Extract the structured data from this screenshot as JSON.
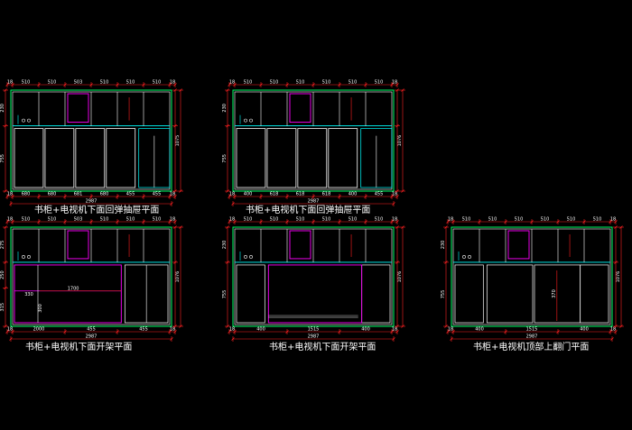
{
  "colors": {
    "background": "#000000",
    "outline": "#00ff66",
    "cabinet": "#ffffff",
    "accent": "#ff00ff",
    "shelf": "#00ffff",
    "dimension": "#ff2020",
    "text": "#ffffff"
  },
  "drawings": [
    {
      "caption": "书柜+电视机下面回弹抽屉平面",
      "variant": "drawer",
      "top_dims": [
        "18",
        "510",
        "510",
        "503",
        "510",
        "510",
        "510",
        "18"
      ],
      "bottom_dims": [
        "18",
        "680",
        "680",
        "681",
        "680",
        "455",
        "455",
        "18"
      ],
      "total": "2987",
      "right_total": "1075",
      "left_dims": [
        "230",
        "755"
      ]
    },
    {
      "caption": "书柜+电视机下面回弹抽屉平面",
      "variant": "drawer",
      "top_dims": [
        "18",
        "510",
        "510",
        "510",
        "510",
        "510",
        "510",
        "18"
      ],
      "bottom_dims": [
        "18",
        "400",
        "618",
        "618",
        "618",
        "400",
        "455",
        "18"
      ],
      "total": "2987",
      "right_total": "1076",
      "left_dims": [
        "230",
        "755"
      ]
    },
    {
      "caption": "书柜+电视机下面开架平面",
      "variant": "open_left",
      "top_dims": [
        "18",
        "510",
        "510",
        "503",
        "510",
        "510",
        "510",
        "18"
      ],
      "bottom_dims": [
        "18",
        "2000",
        "455",
        "455",
        "18"
      ],
      "total": "2987",
      "right_total": "1076",
      "left_dims": [
        "275",
        "250",
        "315"
      ],
      "inner_dims": [
        "330",
        "1700",
        "300"
      ]
    },
    {
      "caption": "书柜+电视机下面开架平面",
      "variant": "open_center",
      "top_dims": [
        "18",
        "510",
        "510",
        "510",
        "510",
        "510",
        "510",
        "18"
      ],
      "bottom_dims": [
        "18",
        "400",
        "1515",
        "400",
        "18"
      ],
      "total": "2987",
      "right_total": "1076",
      "left_dims": [
        "230",
        "755"
      ]
    },
    {
      "caption": "书柜+电视机顶部上翻门平面",
      "variant": "flip",
      "top_dims": [
        "18",
        "510",
        "510",
        "510",
        "510",
        "510",
        "510",
        "18"
      ],
      "bottom_dims": [
        "18",
        "400",
        "1515",
        "400",
        "18"
      ],
      "total": "2987",
      "right_total": "1076",
      "left_dims": [
        "230",
        "755"
      ],
      "inner_dims": [
        "370"
      ]
    }
  ]
}
